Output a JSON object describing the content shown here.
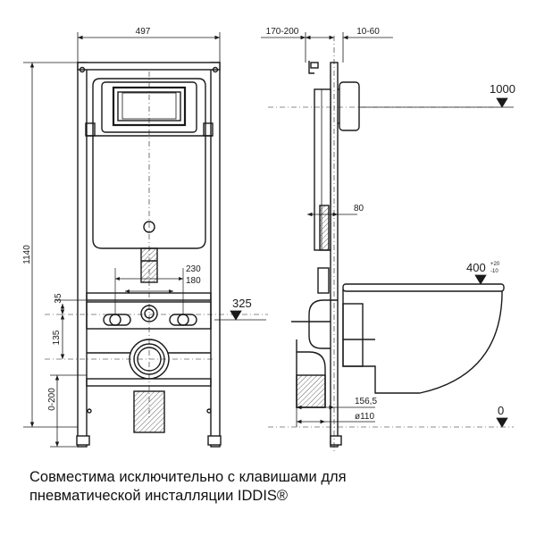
{
  "dimensions": {
    "frame_width": "497",
    "depth_range": "170-200",
    "plate_range": "10-60",
    "level_top": "1000",
    "offset_80": "80",
    "distance_230": "230",
    "distance_180": "180",
    "height_325": "325",
    "level_seat": "400",
    "seat_tol_plus": "+20",
    "seat_tol_minus": "-10",
    "height_total": "1140",
    "height_35": "35",
    "height_135": "135",
    "height_0_200": "0-200",
    "outlet_offset": "156,5",
    "outlet_diameter": "ø110",
    "level_floor": "0"
  },
  "caption": {
    "line1": "Совместима исключительно с клавишами для",
    "line2": "пневматической инсталляции IDDIS®"
  },
  "colors": {
    "line": "#1a1a1a",
    "hatch": "#555555",
    "background": "#ffffff"
  }
}
